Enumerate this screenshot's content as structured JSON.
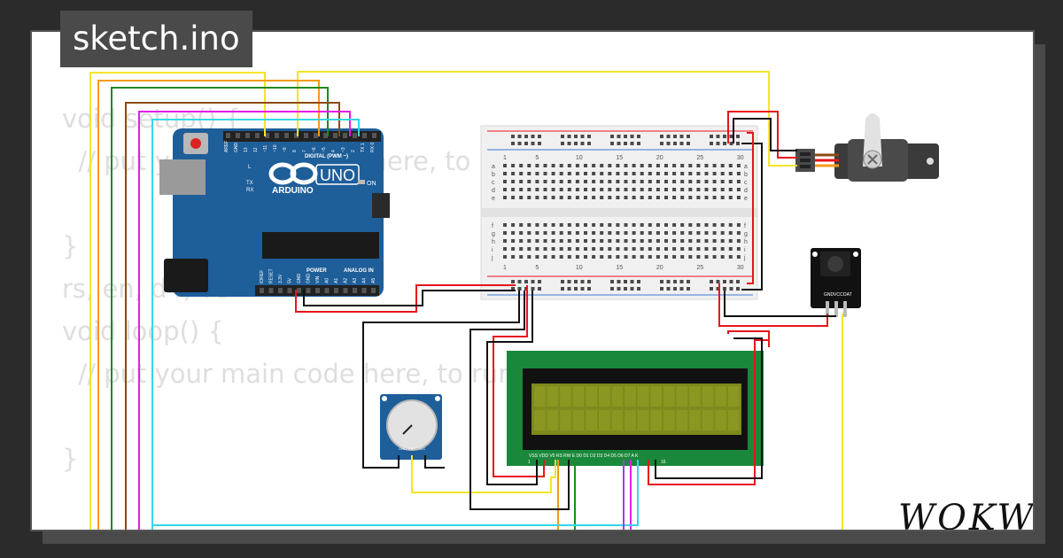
{
  "tab": {
    "title": "sketch.ino"
  },
  "code_lines": [
    "void setup() {",
    "  // put your setup code here, to run once:",
    "",
    "}",
    "rs, en, d4, d5",
    "void loop() {",
    "  // put your main code here, to run repeatedly:",
    "",
    "}"
  ],
  "arduino": {
    "brand": "ARDUINO",
    "model": "UNO",
    "digital_label": "DIGITAL (PWM ~)",
    "power_label": "POWER",
    "analog_label": "ANALOG IN",
    "on_label": "ON",
    "l_label": "L",
    "tx_label": "TX",
    "rx_label": "RX",
    "top_pins": [
      "AREF",
      "GND",
      "13",
      "12",
      "~11",
      "~10",
      "~9",
      "8",
      "7",
      "~6",
      "~5",
      "4",
      "~3",
      "2",
      "TX 1",
      "RX 0"
    ],
    "bottom_pins": [
      "IOREF",
      "RESET",
      "3.3V",
      "5V",
      "GND",
      "GND",
      "VIN",
      "A0",
      "A1",
      "A2",
      "A3",
      "A4",
      "A5"
    ]
  },
  "breadboard": {
    "col_numbers": [
      "1",
      "5",
      "10",
      "15",
      "20",
      "25",
      "30"
    ],
    "row_letters_top": [
      "a",
      "b",
      "c",
      "d",
      "e"
    ],
    "row_letters_bottom": [
      "f",
      "g",
      "h",
      "i",
      "j"
    ]
  },
  "lcd": {
    "pin_labels": "VSS VDD V0 RS RW E D0 D1 D2 D3 D4 D5 D6 D7 A K",
    "pin_first": "1",
    "pin_last": "16"
  },
  "pot": {
    "pins": [
      "GND",
      "SIG",
      "VCC"
    ]
  },
  "ir": {
    "pins": [
      "GND",
      "VCC",
      "DAT"
    ]
  },
  "logo": {
    "text": "WOKWi"
  },
  "colors": {
    "yellow": "#f5e42a",
    "orange": "#f59b16",
    "green": "#1e8a1e",
    "magenta": "#e61ce6",
    "cyan": "#35d6e8",
    "red": "#e8141c",
    "black": "#111111",
    "board": "#1e5e99",
    "lcd_board": "#19883a",
    "lcd_screen": "#7d8a1c"
  }
}
